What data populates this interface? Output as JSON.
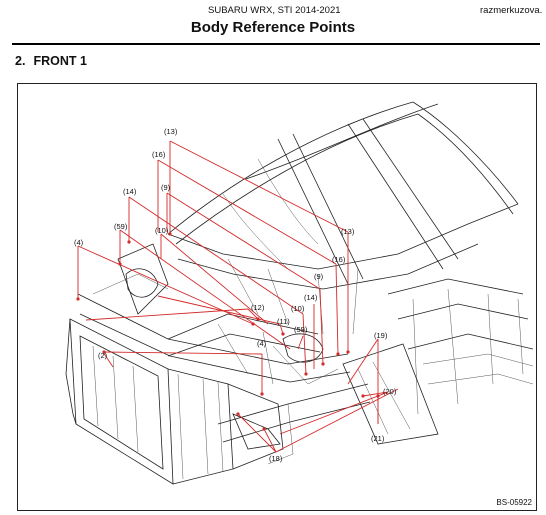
{
  "header": {
    "model": "SUBARU WRX, STI 2014-2021",
    "site": "razmerkuzova."
  },
  "page_title": "Body Reference Points",
  "section": {
    "number": "2.",
    "title": "FRONT 1"
  },
  "figure": {
    "code": "BS-05922",
    "callouts": {
      "c13_top": "(13)",
      "c16_top": "(16)",
      "c9_top": "(9)",
      "c14_top": "(14)",
      "c59_top": "(59)",
      "c10_top": "(10)",
      "c4_top": "(4)",
      "c13_right": "(13)",
      "c16_right": "(16)",
      "c9_right": "(9)",
      "c14_right": "(14)",
      "c10_right": "(10)",
      "c12": "(12)",
      "c11": "(11)",
      "c59_right": "(59)",
      "c4_mid": "(4)",
      "c2": "(2)",
      "c19": "(19)",
      "c20": "(20)",
      "c21": "(21)",
      "c18": "(18)"
    }
  }
}
